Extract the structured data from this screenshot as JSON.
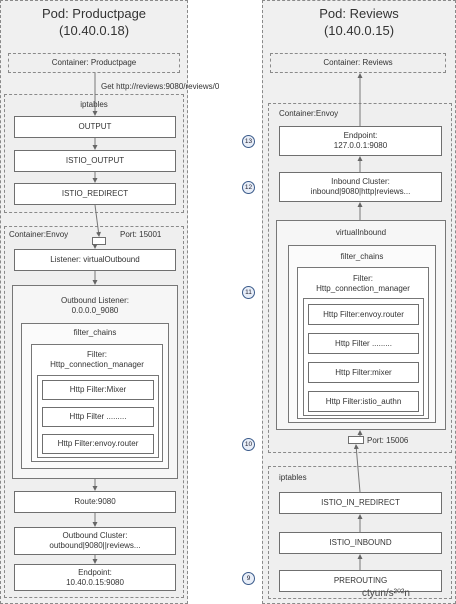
{
  "left_pod": {
    "title": "Pod: Productpage",
    "ip": "(10.40.0.18)",
    "container_app": "Container: Productpage",
    "request": "Get http://reviews:9080/reviews/0",
    "iptables": {
      "label": "iptables",
      "chains": [
        "OUTPUT",
        "ISTIO_OUTPUT",
        "ISTIO_REDIRECT"
      ]
    },
    "envoy": {
      "label": "Container:Envoy",
      "port": "Port: 15001",
      "listener": "Listener: virtualOutbound",
      "outbound_listener": "Outbound Listener:\n0.0.0.0_9080",
      "filter_chains": "filter_chains",
      "filter": "Filter:\nHttp_connection_manager",
      "http_filters": [
        "Http Filter:Mixer",
        "Http Filter .........",
        "Http Filter:envoy.router"
      ],
      "route": "Route:9080",
      "cluster": "Outbound Cluster:\noutbound|9080||reviews...",
      "endpoint": "Endpoint:\n10.40.0.15:9080"
    }
  },
  "right_pod": {
    "title": "Pod: Reviews",
    "ip": "(10.40.0.15)",
    "container_app": "Container: Reviews",
    "envoy": {
      "label": "Container:Envoy",
      "endpoint": "Endpoint:\n127.0.0.1:9080",
      "cluster": "Inbound Cluster:\ninbound|9080|http|reviews...",
      "virtual_inbound": "virtualInbound",
      "filter_chains": "filter_chains",
      "filter": "Filter:\nHttp_connection_manager",
      "http_filters": [
        "Http Filter:envoy.router",
        "Http Filter .........",
        "Http Filter:mixer",
        "Http Filter:istio_authn"
      ],
      "port": "Port: 15006"
    },
    "iptables": {
      "label": "iptables",
      "chains": [
        "ISTIO_IN_REDIRECT",
        "ISTIO_INBOUND",
        "PREROUTING"
      ]
    }
  },
  "steps": [
    "13",
    "12",
    "11",
    "10",
    "9"
  ],
  "watermark": "ctyun/s²⁰²n"
}
